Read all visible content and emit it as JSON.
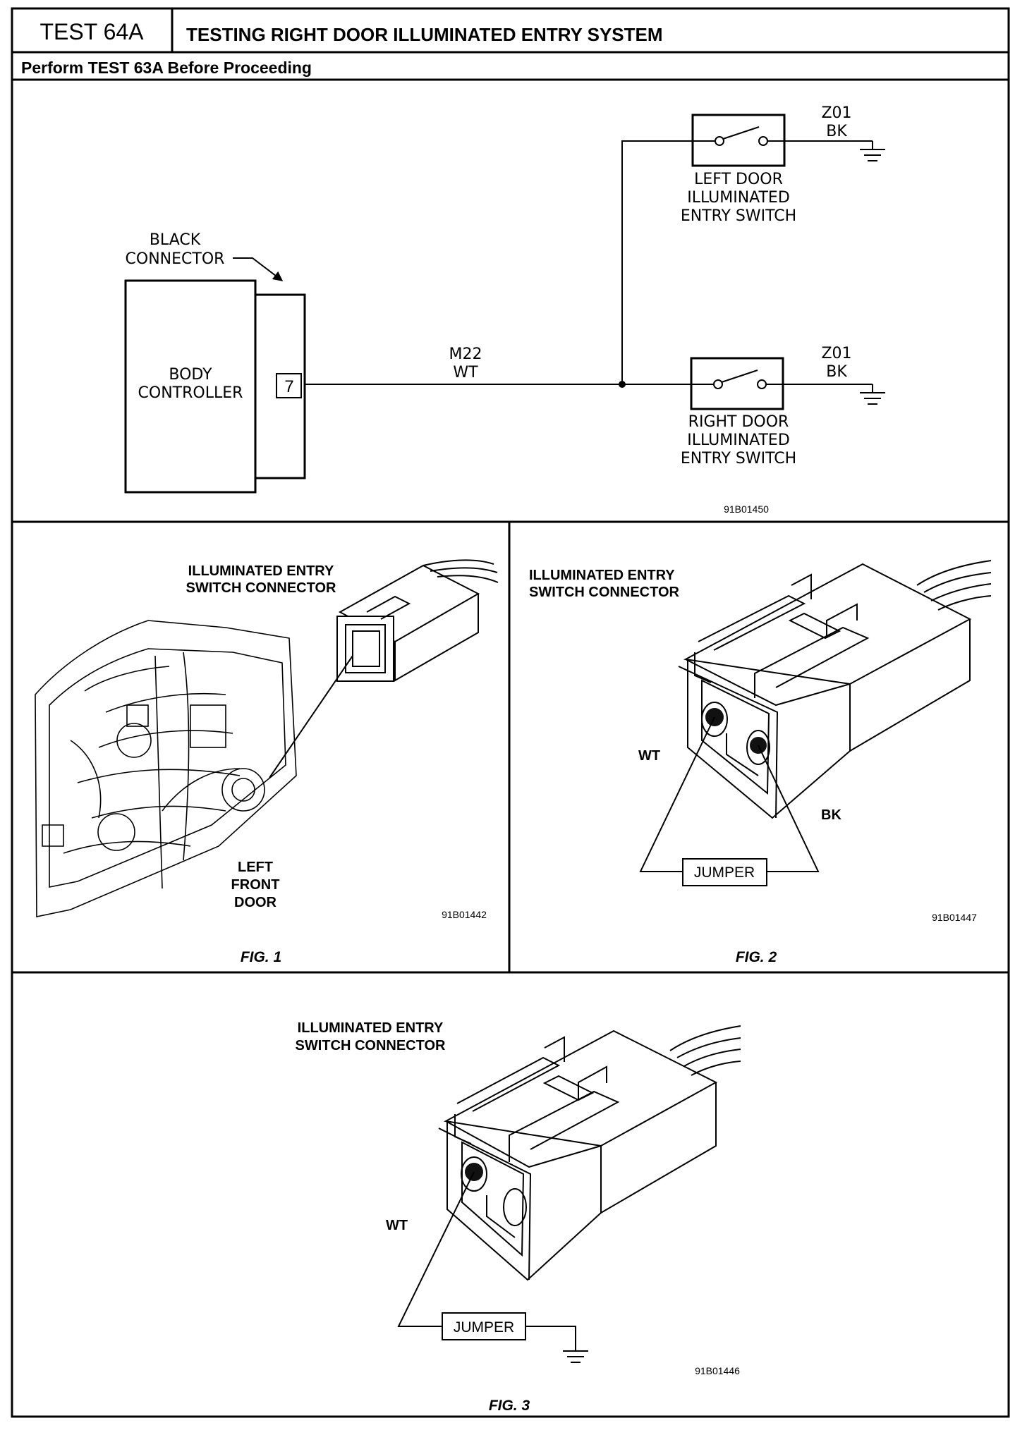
{
  "header": {
    "test_id": "TEST 64A",
    "title": "TESTING RIGHT DOOR ILLUMINATED ENTRY SYSTEM",
    "subtitle": "Perform TEST 63A Before Proceeding"
  },
  "schematic": {
    "connector_callout": [
      "BLACK",
      "CONNECTOR"
    ],
    "module_label": [
      "BODY",
      "CONTROLLER"
    ],
    "pin": "7",
    "wire": [
      "M22",
      "WT"
    ],
    "left_switch": {
      "ground_wire": [
        "Z01",
        "BK"
      ],
      "label": [
        "LEFT DOOR",
        "ILLUMINATED",
        "ENTRY SWITCH"
      ]
    },
    "right_switch": {
      "ground_wire": [
        "Z01",
        "BK"
      ],
      "label": [
        "RIGHT DOOR",
        "ILLUMINATED",
        "ENTRY SWITCH"
      ]
    },
    "ref": "91B01450"
  },
  "fig1": {
    "callout": [
      "ILLUMINATED ENTRY",
      "SWITCH CONNECTOR"
    ],
    "door_label": [
      "LEFT",
      "FRONT",
      "DOOR"
    ],
    "ref": "91B01442",
    "caption": "FIG. 1"
  },
  "fig2": {
    "callout": [
      "ILLUMINATED ENTRY",
      "SWITCH CONNECTOR"
    ],
    "wt": "WT",
    "bk": "BK",
    "jumper": "JUMPER",
    "ref": "91B01447",
    "caption": "FIG. 2"
  },
  "fig3": {
    "callout": [
      "ILLUMINATED ENTRY",
      "SWITCH CONNECTOR"
    ],
    "wt": "WT",
    "jumper": "JUMPER",
    "ref": "91B01446",
    "caption": "FIG. 3"
  }
}
